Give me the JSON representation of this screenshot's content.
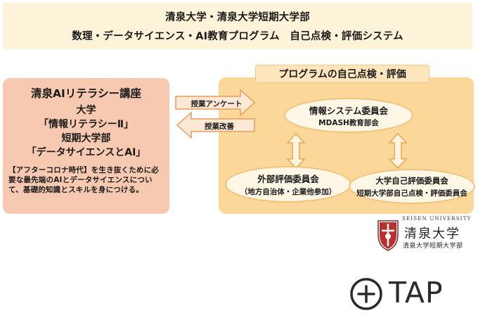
{
  "header": {
    "line1": "清泉大学・清泉大学短期大学部",
    "line2": "数理・データサイエンス・AI教育プログラム　自己点検・評価システム"
  },
  "course": {
    "title": "清泉AIリテラシー講座",
    "univ_label": "大学",
    "univ_course": "「情報リテラシーⅡ」",
    "junior_label": "短期大学部",
    "junior_course": "「データサイエンスとAI」",
    "description": "【アフターコロナ時代】を生き抜くために必要な最先端のAIとデータサイエンスについて、基礎的知識とスキルを身につける。"
  },
  "arrows": {
    "survey": "授業アンケート",
    "improvement": "授業改善"
  },
  "evaluation": {
    "title": "プログラムの自己点検・評価",
    "info_committee": "情報システム委員会",
    "info_sub": "MDASH教育部会",
    "external_committee": "外部評価委員会",
    "external_sub": "（地方自治体・企業他参加）",
    "self_committee": "大学自己評価委員会",
    "self_sub": "短期大学部自己点検・評価委員会"
  },
  "logo": {
    "english": "SEISEN UNIVERSITY",
    "name": "清泉大学",
    "sub": "清泉大学短期大学部"
  },
  "tap": {
    "label": "TAP"
  },
  "colors": {
    "header_bg": "#fdf3d9",
    "course_bg": "#f6c9b0",
    "eval_bg": "#fbd79a",
    "arrow_fill": "#fde8d3",
    "arrow_stroke": "#e89b5e"
  }
}
